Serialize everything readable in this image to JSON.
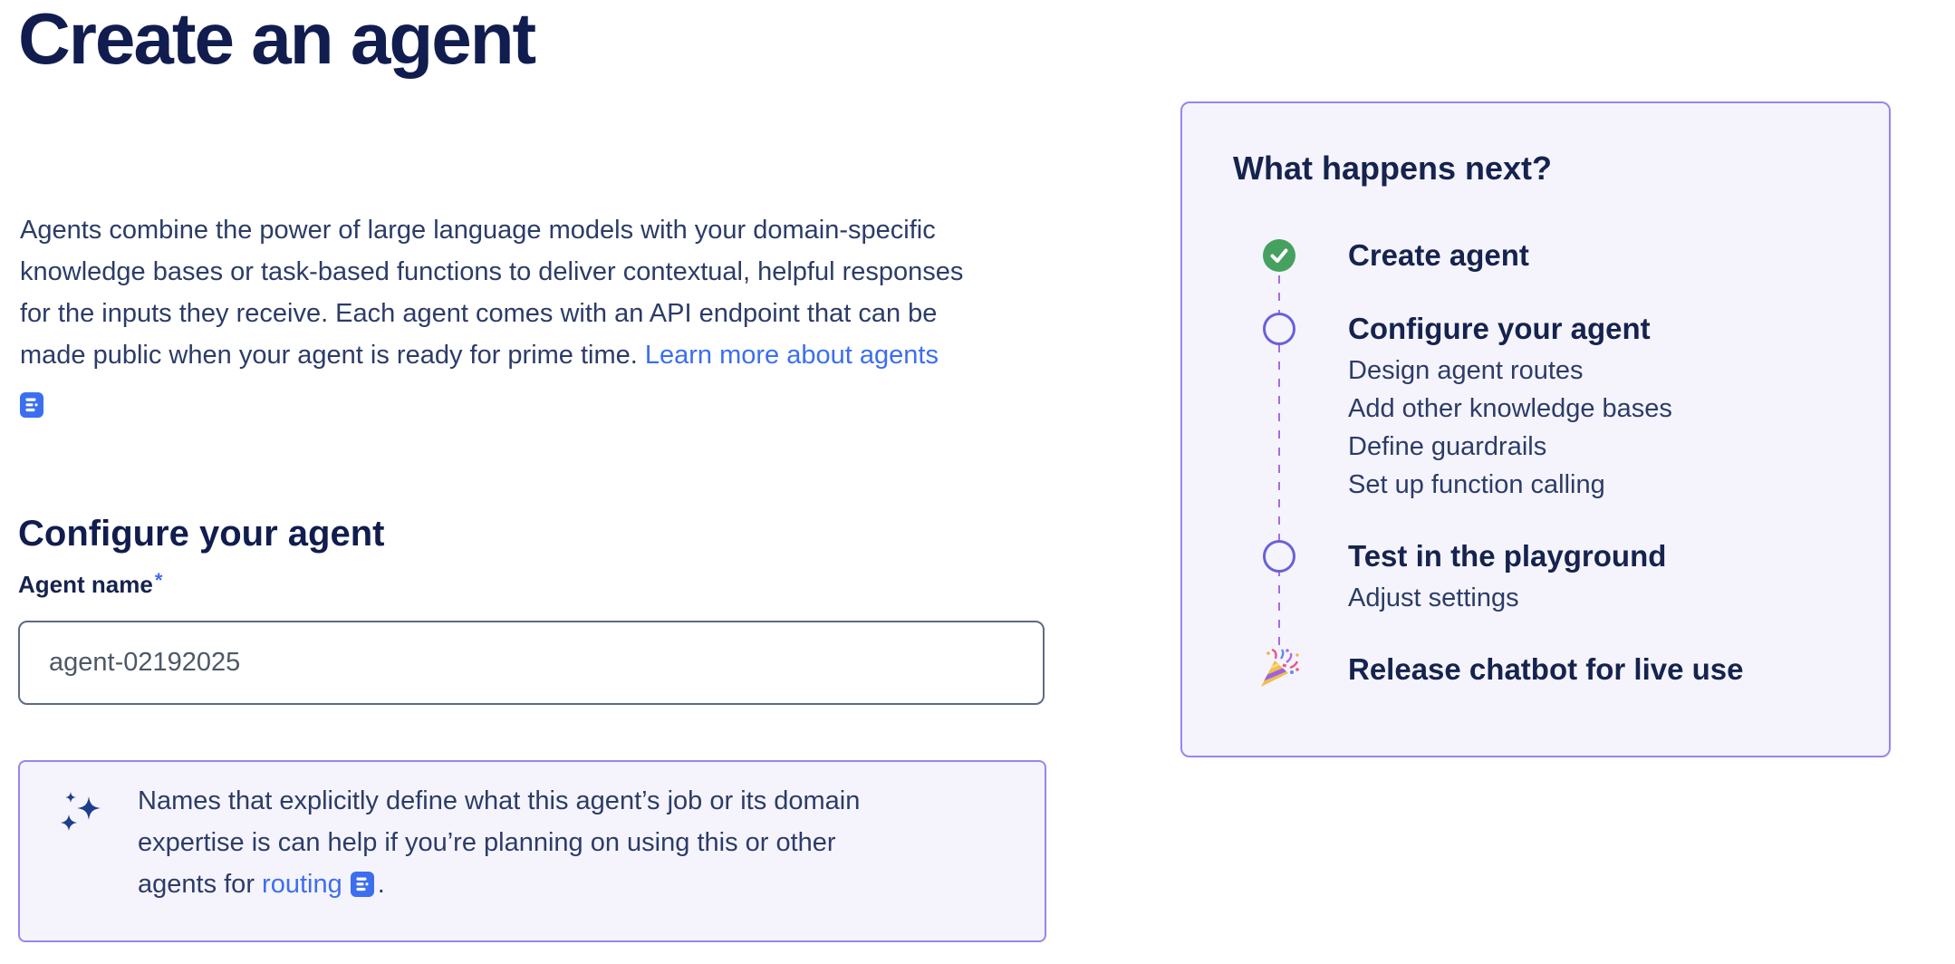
{
  "page": {
    "title": "Create an agent",
    "intro": {
      "text": "Agents combine the power of large language models with your domain-specific\nknowledge bases or task-based functions to deliver contextual, helpful responses\nfor the inputs they receive. Each agent comes with an API endpoint that can be\nmade public when your agent is ready for prime time. ",
      "link_label": "Learn more about agents"
    },
    "configure_heading": "Configure your agent",
    "agent_name": {
      "label": "Agent name",
      "required_marker": "*",
      "value": "agent-02192025"
    },
    "name_hint": {
      "text": "Names that explicitly define what this agent’s job or its domain\nexpertise is can help if you’re planning on using this or other\nagents for ",
      "link_label": "routing",
      "after_link": "."
    }
  },
  "next_panel": {
    "heading": "What happens next?",
    "steps": [
      {
        "title": "Create agent",
        "marker": "check-done"
      },
      {
        "title": "Configure your agent",
        "marker": "empty-circle",
        "substeps": [
          "Design agent routes",
          "Add other knowledge bases",
          "Define guardrails",
          "Set up function calling"
        ]
      },
      {
        "title": "Test in the playground",
        "marker": "empty-circle",
        "substeps": [
          "Adjust settings"
        ]
      },
      {
        "title": "Release chatbot for live use",
        "marker": "party-popper"
      }
    ]
  },
  "colors": {
    "heading_navy": "#111d4f",
    "body_navy": "#2c3c68",
    "link_blue": "#3c6ef0",
    "input_border_slate": "#5d6c84",
    "purple_border": "#9488ec",
    "panel_background": "#f5f4fc",
    "dash_purple": "#a86ae0",
    "circle_outline_purple": "#6a60dc",
    "done_green": "#45a15f",
    "sparkle_navy": "#1f3e8c"
  }
}
